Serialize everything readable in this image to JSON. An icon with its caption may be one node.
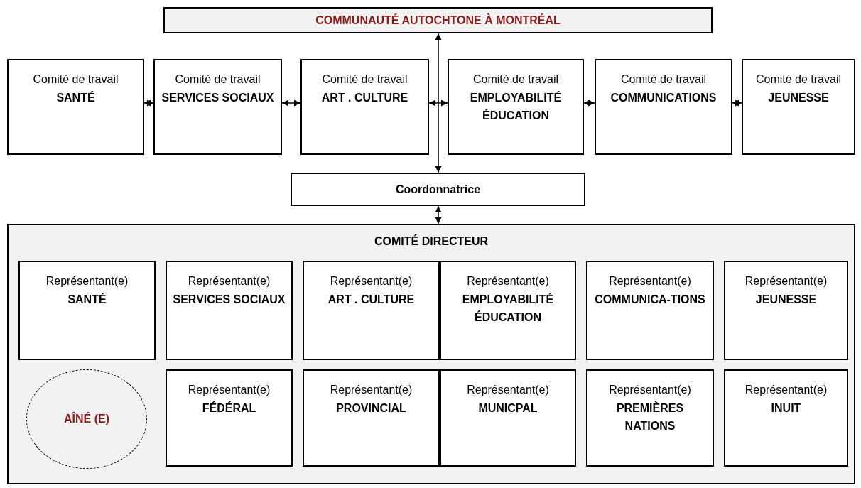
{
  "diagram": {
    "nodes": [
      {
        "text": [
          "COMMUNAUTÉ AUTOCHTONE À MONTRÉAL"
        ]
      },
      {
        "text": [
          "Comité de travail",
          "SANTÉ"
        ]
      },
      {
        "text": [
          "Comité de travail",
          "SERVICES SOCIAUX"
        ]
      },
      {
        "text": [
          "Comité de travail",
          "ART . CULTURE"
        ]
      },
      {
        "text": [
          "Comité de travail",
          "EMPLOYABILITÉ ÉDUCATION"
        ]
      },
      {
        "text": [
          "Comité de travail",
          "COMMUNICATIONS"
        ]
      },
      {
        "text": [
          "Comité de travail",
          "JEUNESSE"
        ]
      },
      {
        "text": [
          "Coordonnatrice"
        ]
      },
      {
        "text": [
          "COMITÉ DIRECTEUR"
        ]
      },
      {
        "text": [
          "Représentant(e)",
          "SANTÉ"
        ],
        "in": 8
      },
      {
        "text": [
          "Représentant(e)",
          "SERVICES SOCIAUX"
        ],
        "in": 8
      },
      {
        "text": [
          "Représentant(e)",
          "ART . CULTURE"
        ],
        "in": 8
      },
      {
        "text": [
          "Représentant(e)",
          "EMPLOYABILITÉ ÉDUCATION"
        ],
        "in": 8
      },
      {
        "text": [
          "Représentant(e)",
          "COMMUNICA-TIONS"
        ],
        "in": 8
      },
      {
        "text": [
          "Représentant(e)",
          "JEUNESSE"
        ],
        "in": 8
      },
      {
        "text": [
          "AÎNÉ (E)"
        ],
        "in": 8
      },
      {
        "text": [
          "Représentant(e)",
          "FÉDÉRAL"
        ],
        "in": 8
      },
      {
        "text": [
          "Représentant(e)",
          "PROVINCIAL"
        ],
        "in": 8
      },
      {
        "text": [
          "Représentant(e)",
          "MUNICPAL"
        ],
        "in": 8
      },
      {
        "text": [
          "Représentant(e)",
          "PREMIÈRES NATIONS"
        ],
        "in": 8
      },
      {
        "text": [
          "Représentant(e)",
          "INUIT"
        ],
        "in": 8
      }
    ],
    "edges": [
      {
        "from": 7,
        "to": 0,
        "arrow": "both"
      },
      {
        "from": 1,
        "to": 2,
        "arrow": "both"
      },
      {
        "from": 2,
        "to": 3,
        "arrow": "both"
      },
      {
        "from": 3,
        "to": 4,
        "arrow": "both"
      },
      {
        "from": 4,
        "to": 5,
        "arrow": "both"
      },
      {
        "from": 5,
        "to": 6,
        "arrow": "both"
      },
      {
        "from": 7,
        "to": 8,
        "arrow": "both"
      }
    ]
  }
}
